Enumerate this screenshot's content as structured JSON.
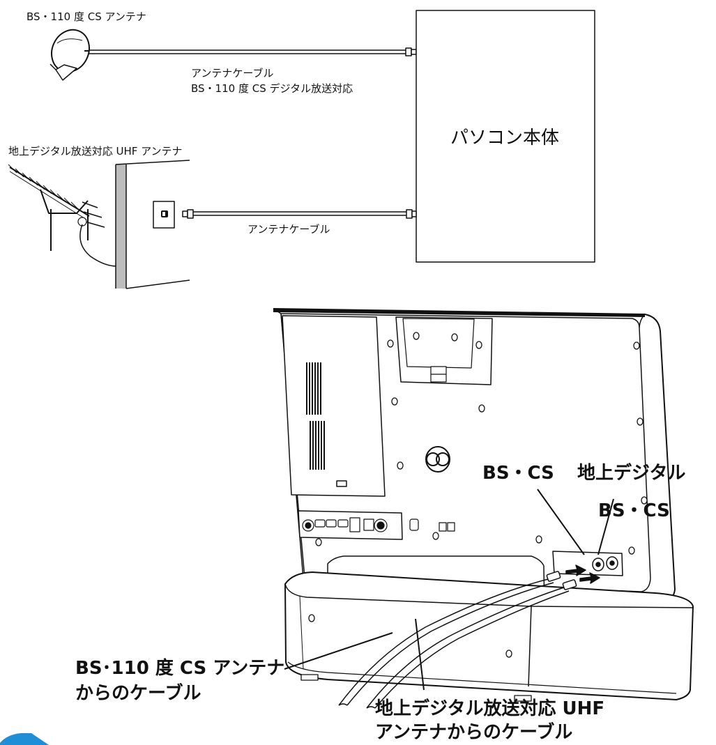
{
  "diagram": {
    "top": {
      "bs_antenna_label": "BS・110 度 CS アンテナ",
      "cable1_line1": "アンテナケーブル",
      "cable1_line2": "BS・110 度 CS デジタル放送対応",
      "uhf_antenna_label": "地上デジタル放送対応 UHF アンテナ",
      "cable2_label": "アンテナケーブル",
      "pc_label": "パソコン本体"
    },
    "bottom": {
      "bs_cs_label": "BS・CS",
      "digital_label": "地上デジタル",
      "bs_cs_label2": "BS・CS",
      "cable_bs_line1": "BS･110 度 CS アンテナ",
      "cable_bs_line2": "からのケーブル",
      "cable_uhf_line1": "地上デジタル放送対応 UHF",
      "cable_uhf_line2": "アンテナからのケーブル"
    }
  },
  "colors": {
    "line": "#111111",
    "wall": "#bdbdbd",
    "accent": "#1e8fd6"
  }
}
